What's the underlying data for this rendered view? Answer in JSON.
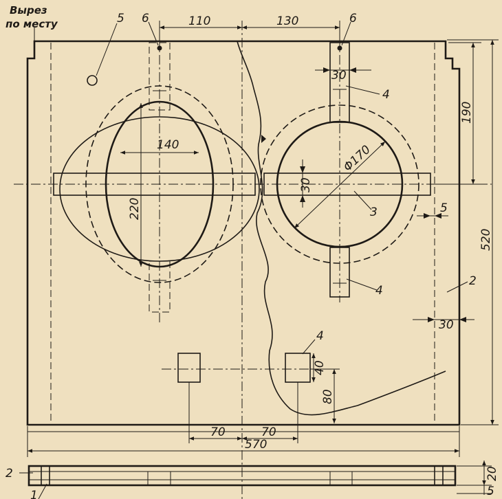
{
  "note": {
    "line1": "Вырез",
    "line2": "по месту"
  },
  "dimensions": {
    "d110": "110",
    "d130": "130",
    "d190": "190",
    "d520": "520",
    "d30_top": "30",
    "d140": "140",
    "d170": "Φ170",
    "d30_bar": "30",
    "d220": "220",
    "d5_side": "5",
    "d30_side": "30",
    "d40": "40",
    "d80": "80",
    "d70_left": "70",
    "d70_right": "70",
    "d570": "570",
    "d20": "20",
    "d5_bottom": "5"
  },
  "callouts": {
    "c5": "5",
    "c6_left": "6",
    "c6_right": "6",
    "c4_top": "4",
    "c3": "3",
    "c4_mid": "4",
    "c2_right": "2",
    "c4_low": "4",
    "c2_left": "2",
    "c1": "1"
  }
}
